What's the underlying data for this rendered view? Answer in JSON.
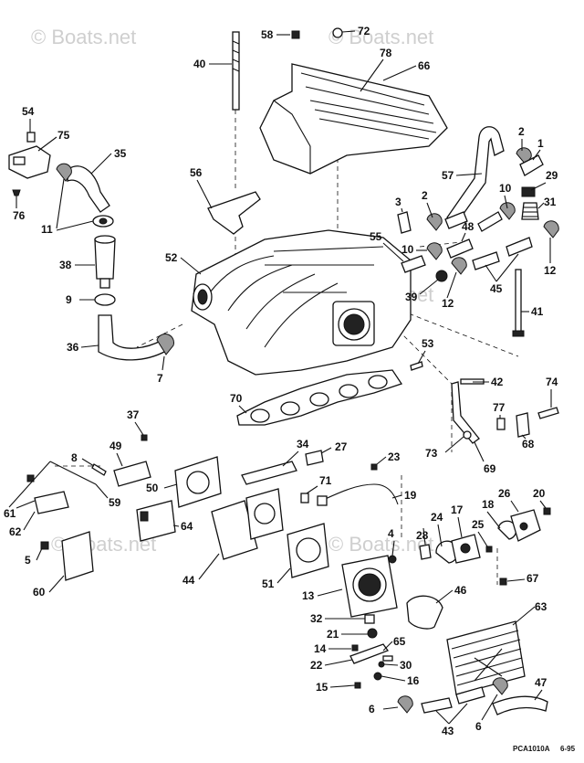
{
  "watermarks": [
    "© Boats.net",
    "© Boats.net",
    "© Boats.net",
    "© Boats.net",
    "© Boats.net"
  ],
  "callouts": [
    "58",
    "72",
    "40",
    "78",
    "66",
    "54",
    "75",
    "35",
    "56",
    "1",
    "2",
    "29",
    "57",
    "31",
    "10",
    "76",
    "11",
    "3",
    "2",
    "48",
    "55",
    "10",
    "12",
    "38",
    "52",
    "45",
    "12",
    "39",
    "9",
    "41",
    "36",
    "7",
    "53",
    "42",
    "74",
    "70",
    "37",
    "77",
    "68",
    "8",
    "49",
    "34",
    "27",
    "23",
    "73",
    "69",
    "50",
    "71",
    "19",
    "61",
    "62",
    "59",
    "64",
    "28",
    "24",
    "17",
    "25",
    "18",
    "26",
    "20",
    "5",
    "4",
    "44",
    "51",
    "60",
    "13",
    "46",
    "67",
    "32",
    "63",
    "21",
    "65",
    "14",
    "22",
    "30",
    "15",
    "16",
    "47",
    "6",
    "43",
    "6"
  ],
  "footer": {
    "code": "PCA1010A",
    "date": "6-95"
  }
}
